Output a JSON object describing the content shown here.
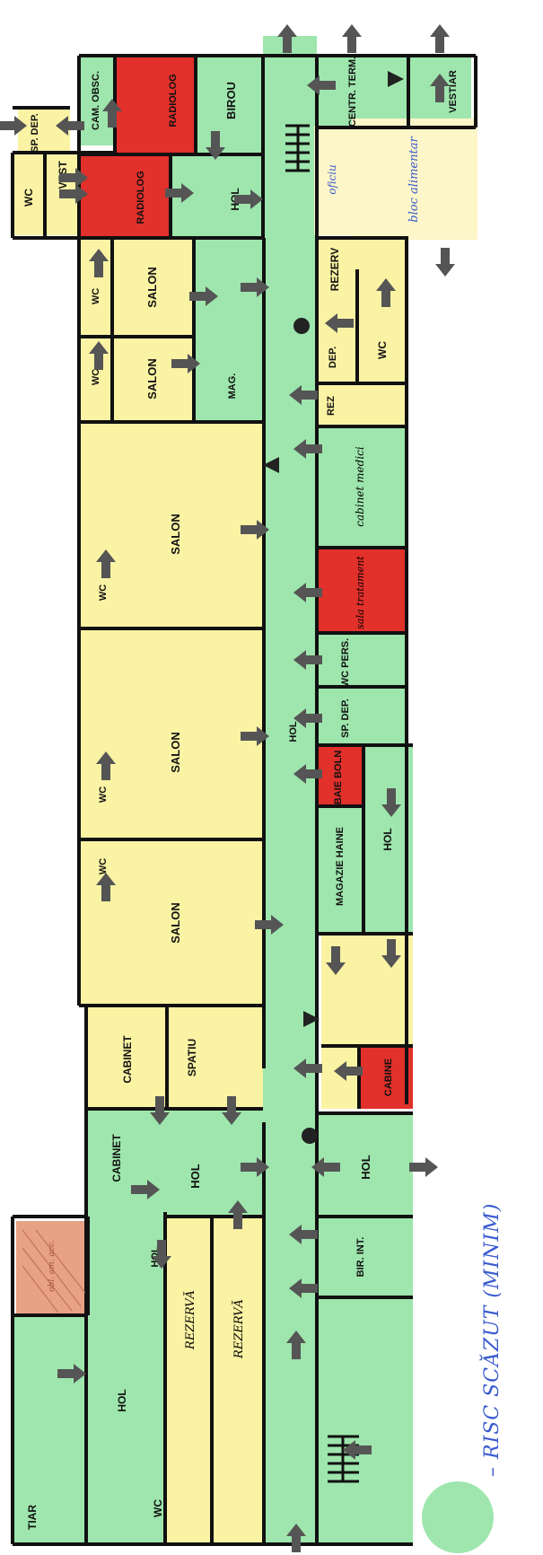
{
  "colors": {
    "green": "#9ee6ad",
    "yellow": "#fbf3a4",
    "red": "#e2302b",
    "pale_yellow": "#fdf6c8",
    "salmon": "#e7a184",
    "arrow": "#555555",
    "wall": "#111111",
    "legend_blue": "#3a5bd0"
  },
  "rooms": {
    "sp_dep": "SP. DEP.",
    "cam_obsc": "CAM. OBSC.",
    "radiolog_top": "RADIOLOG",
    "radiolog_mid": "RADIOLOG",
    "birou": "BIROU",
    "centr_term": "CENTR. TERM.",
    "vestiar": "VESTIAR",
    "wc_top": "WC",
    "vest": "VEST",
    "hol_top": "HOL",
    "oficiu": "oficiu",
    "bloc_alimentar": "bloc alimentar",
    "wc_s1": "WC",
    "salon_1": "SALON",
    "wc_s2": "WC",
    "salon_2": "SALON",
    "mag": "MAG.",
    "rezerv": "REZERV",
    "wc_right": "WC",
    "rez": "REZ",
    "dep": "DEP.",
    "salon_3": "SALON",
    "wc_s3": "WC",
    "cabinet_medici": "cabinet medici",
    "sala_tratament": "sala tratament",
    "salon_4": "SALON",
    "wc_s4": "WC",
    "wc_pers": "WC PERS.",
    "sp_dep_2": "SP. DEP.",
    "hol_mid": "HOL",
    "baie_boln": "BAIE BOLN",
    "salon_5": "SALON",
    "wc_s5": "WC",
    "magazie_haine": "MAGAZIE HAINE",
    "hol_right": "HOL",
    "cabinet_1": "CABINET",
    "spatiu": "SPATIU",
    "cabine": "CABINE",
    "cabinet_2": "CABINET",
    "hol_bottom": "HOL",
    "hol_bottom_right": "HOL",
    "hol_left": "HOL",
    "hol_small": "HOL",
    "rezerva_1": "REZERVĂ",
    "rezerva_2": "REZERVĂ",
    "wc_bottom": "WC",
    "bir_int": "BIR. INT.",
    "tiar": "TIAR",
    "hatched": "obl. am. acc."
  },
  "legend": {
    "label": "– RISC SCĂZUT (MINIM)"
  }
}
